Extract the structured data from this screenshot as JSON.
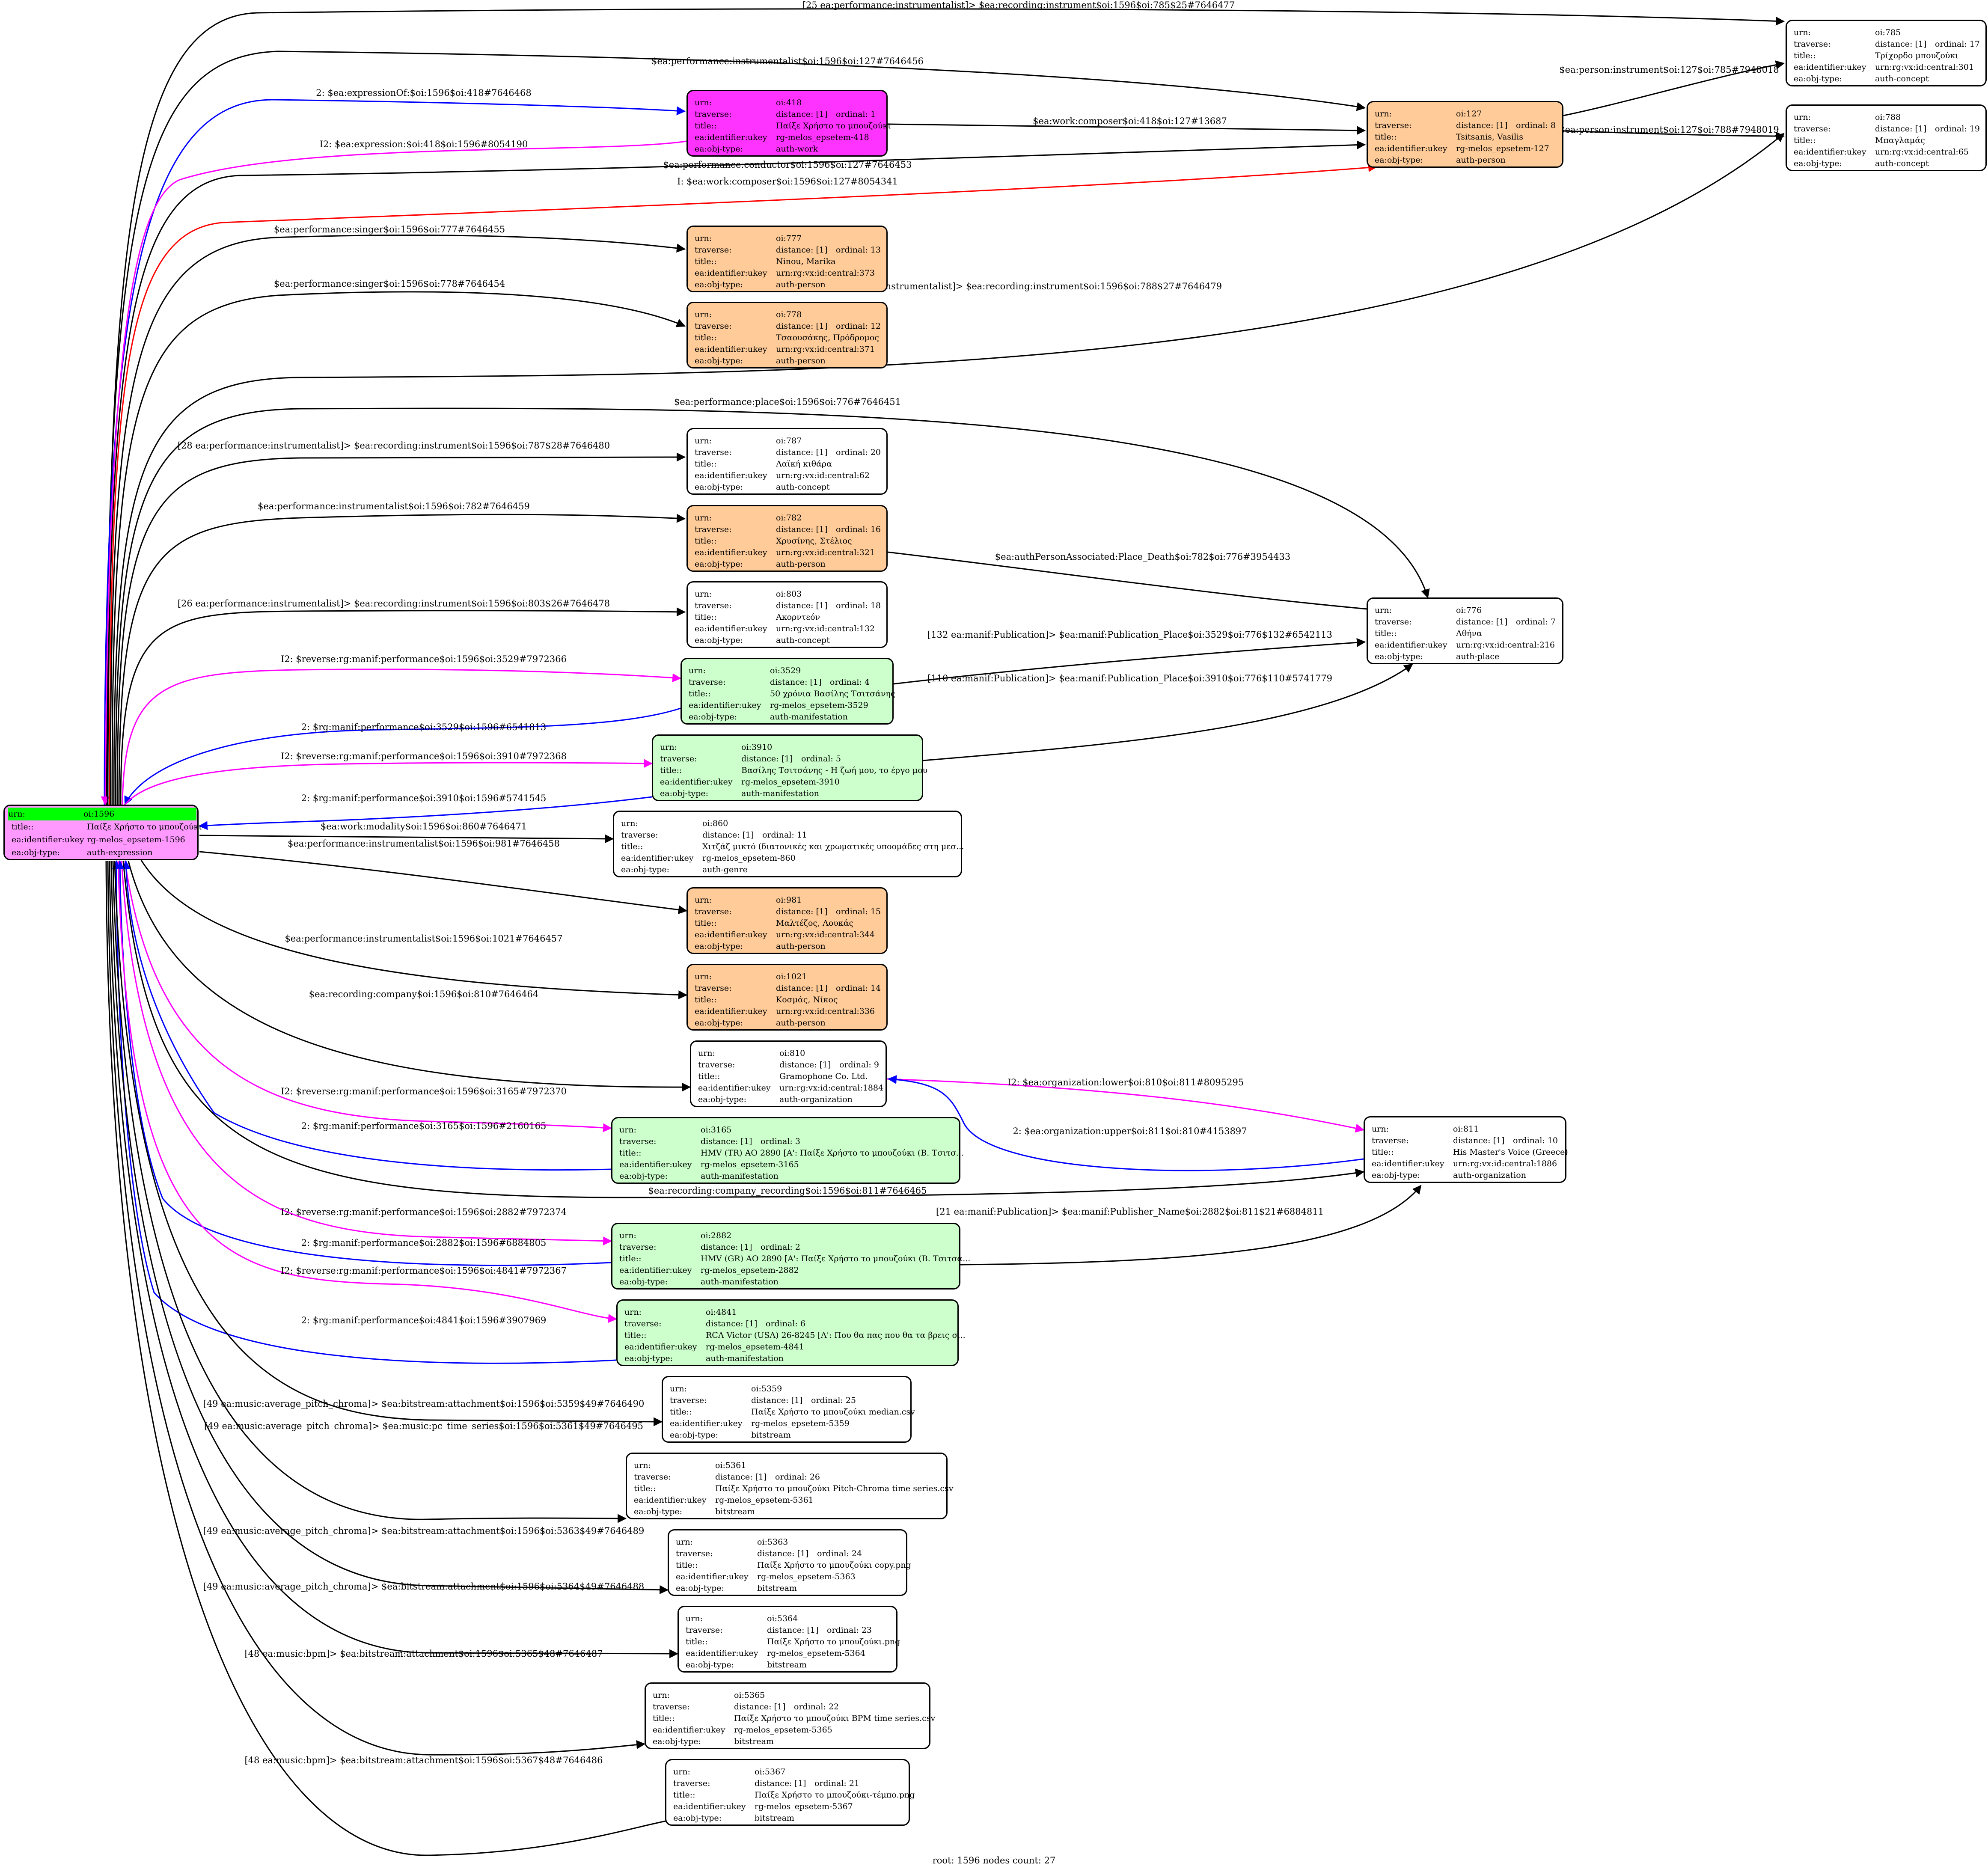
{
  "caption": "root: 1596 nodes count: 27",
  "colors": {
    "person": "#ffcc99",
    "work": "#ff33ff",
    "expression": "#ff99ff",
    "manifestation": "#ccffcc",
    "plain": "#ffffff",
    "root_header": "#00ff00",
    "edge_default": "#000000",
    "edge_blue": "#0000ff",
    "edge_magenta": "#ff00ff",
    "edge_red": "#ff0000"
  },
  "icons": {
    "arrowhead": "filled-triangle-arrowhead"
  },
  "field_labels": {
    "urn": "urn:",
    "traverse": "traverse:",
    "title": "title::",
    "ukey": "ea:identifier:ukey",
    "objtype": "ea:obj-type:"
  },
  "nodes": [
    {
      "id": "n785",
      "kind": "plain",
      "urn": "oi:785",
      "distance": "distance: [1]",
      "ordinal": "ordinal: 17",
      "title": "Τρίχορδο μπουζούκι",
      "ukey": "urn:rg:vx:id:central:301",
      "objtype": "auth-concept"
    },
    {
      "id": "n788",
      "kind": "plain",
      "urn": "oi:788",
      "distance": "distance: [1]",
      "ordinal": "ordinal: 19",
      "title": "Μπαγλαμάς",
      "ukey": "urn:rg:vx:id:central:65",
      "objtype": "auth-concept"
    },
    {
      "id": "n418",
      "kind": "work",
      "urn": "oi:418",
      "distance": "distance: [1]",
      "ordinal": "ordinal: 1",
      "title": "Παίξε Χρήστο το μπουζούκι",
      "ukey": "rg-melos_epsetem-418",
      "objtype": "auth-work"
    },
    {
      "id": "n127",
      "kind": "person",
      "urn": "oi:127",
      "distance": "distance: [1]",
      "ordinal": "ordinal: 8",
      "title": "Tsitsanis, Vasilis",
      "ukey": "rg-melos_epsetem-127",
      "objtype": "auth-person"
    },
    {
      "id": "n777",
      "kind": "person",
      "urn": "oi:777",
      "distance": "distance: [1]",
      "ordinal": "ordinal: 13",
      "title": "Ninou, Marika",
      "ukey": "urn:rg:vx:id:central:373",
      "objtype": "auth-person"
    },
    {
      "id": "n778",
      "kind": "person",
      "urn": "oi:778",
      "distance": "distance: [1]",
      "ordinal": "ordinal: 12",
      "title": "Τσαουσάκης, Πρόδρομος",
      "ukey": "urn:rg:vx:id:central:371",
      "objtype": "auth-person"
    },
    {
      "id": "n787",
      "kind": "plain",
      "urn": "oi:787",
      "distance": "distance: [1]",
      "ordinal": "ordinal: 20",
      "title": "Λαϊκή κιθάρα",
      "ukey": "urn:rg:vx:id:central:62",
      "objtype": "auth-concept"
    },
    {
      "id": "n782",
      "kind": "person",
      "urn": "oi:782",
      "distance": "distance: [1]",
      "ordinal": "ordinal: 16",
      "title": "Χρυσίνης, Στέλιος",
      "ukey": "urn:rg:vx:id:central:321",
      "objtype": "auth-person"
    },
    {
      "id": "n803",
      "kind": "plain",
      "urn": "oi:803",
      "distance": "distance: [1]",
      "ordinal": "ordinal: 18",
      "title": "Ακορντεόν",
      "ukey": "urn:rg:vx:id:central:132",
      "objtype": "auth-concept"
    },
    {
      "id": "n776",
      "kind": "plain",
      "urn": "oi:776",
      "distance": "distance: [1]",
      "ordinal": "ordinal: 7",
      "title": "Αθήνα",
      "ukey": "urn:rg:vx:id:central:216",
      "objtype": "auth-place"
    },
    {
      "id": "n3529",
      "kind": "manifestation",
      "urn": "oi:3529",
      "distance": "distance: [1]",
      "ordinal": "ordinal: 4",
      "title": "50 χρόνια Βασίλης Τσιτσάνης",
      "ukey": "rg-melos_epsetem-3529",
      "objtype": "auth-manifestation"
    },
    {
      "id": "n3910",
      "kind": "manifestation",
      "urn": "oi:3910",
      "distance": "distance: [1]",
      "ordinal": "ordinal: 5",
      "title": "Βασίλης Τσιτσάνης - Η ζωή μου, το έργο μου",
      "ukey": "rg-melos_epsetem-3910",
      "objtype": "auth-manifestation"
    },
    {
      "id": "n1596",
      "kind": "root",
      "urn": "oi:1596",
      "title": "Παίξε Χρήστο το μπουζούκι",
      "ukey": "rg-melos_epsetem-1596",
      "objtype": "auth-expression"
    },
    {
      "id": "n860",
      "kind": "plain",
      "urn": "oi:860",
      "distance": "distance: [1]",
      "ordinal": "ordinal: 11",
      "title": "Χιτζάζ μικτό (διατονικές και χρωματικές υποομάδες στη μεσ...",
      "ukey": "rg-melos_epsetem-860",
      "objtype": "auth-genre"
    },
    {
      "id": "n981",
      "kind": "person",
      "urn": "oi:981",
      "distance": "distance: [1]",
      "ordinal": "ordinal: 15",
      "title": "Μαλτέζος, Λουκάς",
      "ukey": "urn:rg:vx:id:central:344",
      "objtype": "auth-person"
    },
    {
      "id": "n1021",
      "kind": "person",
      "urn": "oi:1021",
      "distance": "distance: [1]",
      "ordinal": "ordinal: 14",
      "title": "Κοσμάς, Νίκος",
      "ukey": "urn:rg:vx:id:central:336",
      "objtype": "auth-person"
    },
    {
      "id": "n810",
      "kind": "plain",
      "urn": "oi:810",
      "distance": "distance: [1]",
      "ordinal": "ordinal: 9",
      "title": "Gramophone Co. Ltd.",
      "ukey": "urn:rg:vx:id:central:1884",
      "objtype": "auth-organization"
    },
    {
      "id": "n811",
      "kind": "plain",
      "urn": "oi:811",
      "distance": "distance: [1]",
      "ordinal": "ordinal: 10",
      "title": "His Master's Voice (Greece)",
      "ukey": "urn:rg:vx:id:central:1886",
      "objtype": "auth-organization"
    },
    {
      "id": "n3165",
      "kind": "manifestation",
      "urn": "oi:3165",
      "distance": "distance: [1]",
      "ordinal": "ordinal: 3",
      "title": "HMV (TR) AO 2890 [A': Παίξε Χρήστο το μπουζούκι (Β. Τσιτσ...",
      "ukey": "rg-melos_epsetem-3165",
      "objtype": "auth-manifestation"
    },
    {
      "id": "n2882",
      "kind": "manifestation",
      "urn": "oi:2882",
      "distance": "distance: [1]",
      "ordinal": "ordinal: 2",
      "title": "HMV (GR) AO 2890 [A': Παίξε Χρήστο το μπουζούκι (Β. Τσιτσά...",
      "ukey": "rg-melos_epsetem-2882",
      "objtype": "auth-manifestation"
    },
    {
      "id": "n4841",
      "kind": "manifestation",
      "urn": "oi:4841",
      "distance": "distance: [1]",
      "ordinal": "ordinal: 6",
      "title": "RCA Victor (USA) 26-8245 [A': Που θα πας που θα τα βρεις σ...",
      "ukey": "rg-melos_epsetem-4841",
      "objtype": "auth-manifestation"
    },
    {
      "id": "n5359",
      "kind": "plain",
      "urn": "oi:5359",
      "distance": "distance: [1]",
      "ordinal": "ordinal: 25",
      "title": "Παίξε Χρήστο το μπουζούκι median.csv",
      "ukey": "rg-melos_epsetem-5359",
      "objtype": "bitstream"
    },
    {
      "id": "n5361",
      "kind": "plain",
      "urn": "oi:5361",
      "distance": "distance: [1]",
      "ordinal": "ordinal: 26",
      "title": "Παίξε Χρήστο το μπουζούκι Pitch-Chroma time series.csv",
      "ukey": "rg-melos_epsetem-5361",
      "objtype": "bitstream"
    },
    {
      "id": "n5363",
      "kind": "plain",
      "urn": "oi:5363",
      "distance": "distance: [1]",
      "ordinal": "ordinal: 24",
      "title": "Παίξε Χρήστο το μπουζούκι copy.png",
      "ukey": "rg-melos_epsetem-5363",
      "objtype": "bitstream"
    },
    {
      "id": "n5364",
      "kind": "plain",
      "urn": "oi:5364",
      "distance": "distance: [1]",
      "ordinal": "ordinal: 23",
      "title": "Παίξε Χρήστο το μπουζούκι.png",
      "ukey": "rg-melos_epsetem-5364",
      "objtype": "bitstream"
    },
    {
      "id": "n5365",
      "kind": "plain",
      "urn": "oi:5365",
      "distance": "distance: [1]",
      "ordinal": "ordinal: 22",
      "title": "Παίξε Χρήστο το μπουζούκι BPM time series.csv",
      "ukey": "rg-melos_epsetem-5365",
      "objtype": "bitstream"
    },
    {
      "id": "n5367",
      "kind": "plain",
      "urn": "oi:5367",
      "distance": "distance: [1]",
      "ordinal": "ordinal: 21",
      "title": "Παίξε Χρήστο το μπουζούκι-τέμπο.png",
      "ukey": "rg-melos_epsetem-5367",
      "objtype": "bitstream"
    }
  ],
  "edges": [
    {
      "id": "e1",
      "from": "n1596",
      "to": "n785",
      "color": "edge_default",
      "label": "[25 ea:performance:instrumentalist]> $ea:recording:instrument$oi:1596$oi:785$25#7646477"
    },
    {
      "id": "e2",
      "from": "n1596",
      "to": "n127",
      "color": "edge_default",
      "label": "$ea:performance:instrumentalist$oi:1596$oi:127#7646456"
    },
    {
      "id": "e3",
      "from": "n1596",
      "to": "n418",
      "color": "edge_blue",
      "label": "2: $ea:expressionOf:$oi:1596$oi:418#7646468"
    },
    {
      "id": "e4",
      "from": "n418",
      "to": "n1596",
      "color": "edge_magenta",
      "label": "I2: $ea:expression:$oi:418$oi:1596#8054190"
    },
    {
      "id": "e5",
      "from": "n418",
      "to": "n127",
      "color": "edge_default",
      "label": "$ea:work:composer$oi:418$oi:127#13687"
    },
    {
      "id": "e6",
      "from": "n127",
      "to": "n785",
      "color": "edge_default",
      "label": "$ea:person:instrument$oi:127$oi:785#7948018"
    },
    {
      "id": "e7",
      "from": "n127",
      "to": "n788",
      "color": "edge_default",
      "label": "$ea:person:instrument$oi:127$oi:788#7948019"
    },
    {
      "id": "e8",
      "from": "n1596",
      "to": "n127",
      "color": "edge_default",
      "label": "$ea:performance:conductor$oi:1596$oi:127#7646453"
    },
    {
      "id": "e9",
      "from": "n1596",
      "to": "n127",
      "color": "edge_red",
      "label": "I: $ea:work:composer$oi:1596$oi:127#8054341"
    },
    {
      "id": "e10",
      "from": "n1596",
      "to": "n777",
      "color": "edge_default",
      "label": "$ea:performance:singer$oi:1596$oi:777#7646455"
    },
    {
      "id": "e11",
      "from": "n1596",
      "to": "n778",
      "color": "edge_default",
      "label": "$ea:performance:singer$oi:1596$oi:778#7646454"
    },
    {
      "id": "e12",
      "from": "n1596",
      "to": "n788",
      "color": "edge_default",
      "label": "[27 ea:performance:instrumentalist]> $ea:recording:instrument$oi:1596$oi:788$27#7646479"
    },
    {
      "id": "e13",
      "from": "n1596",
      "to": "n776",
      "color": "edge_default",
      "label": "$ea:performance:place$oi:1596$oi:776#7646451"
    },
    {
      "id": "e14",
      "from": "n1596",
      "to": "n787",
      "color": "edge_default",
      "label": "[28 ea:performance:instrumentalist]> $ea:recording:instrument$oi:1596$oi:787$28#7646480"
    },
    {
      "id": "e15",
      "from": "n1596",
      "to": "n782",
      "color": "edge_default",
      "label": "$ea:performance:instrumentalist$oi:1596$oi:782#7646459"
    },
    {
      "id": "e16",
      "from": "n782",
      "to": "n776",
      "color": "edge_default",
      "label": "$ea:authPersonAssociated:Place_Death$oi:782$oi:776#3954433"
    },
    {
      "id": "e17",
      "from": "n1596",
      "to": "n803",
      "color": "edge_default",
      "label": "[26 ea:performance:instrumentalist]> $ea:recording:instrument$oi:1596$oi:803$26#7646478"
    },
    {
      "id": "e18",
      "from": "n3529",
      "to": "n776",
      "color": "edge_default",
      "label": "[132 ea:manif:Publication]> $ea:manif:Publication_Place$oi:3529$oi:776$132#6542113"
    },
    {
      "id": "e19",
      "from": "n3910",
      "to": "n776",
      "color": "edge_default",
      "label": "[110 ea:manif:Publication]> $ea:manif:Publication_Place$oi:3910$oi:776$110#5741779"
    },
    {
      "id": "e20",
      "from": "n1596",
      "to": "n3529",
      "color": "edge_magenta",
      "label": "I2: $reverse:rg:manif:performance$oi:1596$oi:3529#7972366"
    },
    {
      "id": "e21",
      "from": "n3529",
      "to": "n1596",
      "color": "edge_blue",
      "label": "2: $rg:manif:performance$oi:3529$oi:1596#6541813"
    },
    {
      "id": "e22",
      "from": "n1596",
      "to": "n3910",
      "color": "edge_magenta",
      "label": "I2: $reverse:rg:manif:performance$oi:1596$oi:3910#7972368"
    },
    {
      "id": "e23",
      "from": "n3910",
      "to": "n1596",
      "color": "edge_blue",
      "label": "2: $rg:manif:performance$oi:3910$oi:1596#5741545"
    },
    {
      "id": "e24",
      "from": "n1596",
      "to": "n860",
      "color": "edge_default",
      "label": "$ea:work:modality$oi:1596$oi:860#7646471"
    },
    {
      "id": "e25",
      "from": "n1596",
      "to": "n981",
      "color": "edge_default",
      "label": "$ea:performance:instrumentalist$oi:1596$oi:981#7646458"
    },
    {
      "id": "e26",
      "from": "n1596",
      "to": "n1021",
      "color": "edge_default",
      "label": "$ea:performance:instrumentalist$oi:1596$oi:1021#7646457"
    },
    {
      "id": "e27",
      "from": "n1596",
      "to": "n810",
      "color": "edge_default",
      "label": "$ea:recording:company$oi:1596$oi:810#7646464"
    },
    {
      "id": "e28",
      "from": "n810",
      "to": "n811",
      "color": "edge_magenta",
      "label": "I2: $ea:organization:lower$oi:810$oi:811#8095295"
    },
    {
      "id": "e29",
      "from": "n811",
      "to": "n810",
      "color": "edge_blue",
      "label": "2: $ea:organization:upper$oi:811$oi:810#4153897"
    },
    {
      "id": "e30",
      "from": "n1596",
      "to": "n3165",
      "color": "edge_magenta",
      "label": "I2: $reverse:rg:manif:performance$oi:1596$oi:3165#7972370"
    },
    {
      "id": "e31",
      "from": "n3165",
      "to": "n1596",
      "color": "edge_blue",
      "label": "2: $rg:manif:performance$oi:3165$oi:1596#2160165"
    },
    {
      "id": "e32",
      "from": "n1596",
      "to": "n811",
      "color": "edge_default",
      "label": "$ea:recording:company_recording$oi:1596$oi:811#7646465"
    },
    {
      "id": "e33",
      "from": "n1596",
      "to": "n2882",
      "color": "edge_magenta",
      "label": "I2: $reverse:rg:manif:performance$oi:1596$oi:2882#7972374"
    },
    {
      "id": "e34",
      "from": "n2882",
      "to": "n1596",
      "color": "edge_blue",
      "label": "2: $rg:manif:performance$oi:2882$oi:1596#6884805"
    },
    {
      "id": "e35",
      "from": "n2882",
      "to": "n811",
      "color": "edge_default",
      "label": "[21 ea:manif:Publication]> $ea:manif:Publisher_Name$oi:2882$oi:811$21#6884811"
    },
    {
      "id": "e36",
      "from": "n1596",
      "to": "n4841",
      "color": "edge_magenta",
      "label": "I2: $reverse:rg:manif:performance$oi:1596$oi:4841#7972367"
    },
    {
      "id": "e37",
      "from": "n4841",
      "to": "n1596",
      "color": "edge_blue",
      "label": "2: $rg:manif:performance$oi:4841$oi:1596#3907969"
    },
    {
      "id": "e38",
      "from": "n1596",
      "to": "n5359",
      "color": "edge_default",
      "label": "[49 ea:music:average_pitch_chroma]> $ea:bitstream:attachment$oi:1596$oi:5359$49#7646490"
    },
    {
      "id": "e39",
      "from": "n1596",
      "to": "n5361",
      "color": "edge_default",
      "label": "[49 ea:music:average_pitch_chroma]> $ea:music:pc_time_series$oi:1596$oi:5361$49#7646495"
    },
    {
      "id": "e40",
      "from": "n1596",
      "to": "n5363",
      "color": "edge_default",
      "label": "[49 ea:music:average_pitch_chroma]> $ea:bitstream:attachment$oi:1596$oi:5363$49#7646489"
    },
    {
      "id": "e41",
      "from": "n1596",
      "to": "n5364",
      "color": "edge_default",
      "label": "[49 ea:music:average_pitch_chroma]> $ea:bitstream:attachment$oi:1596$oi:5364$49#7646488"
    },
    {
      "id": "e42",
      "from": "n1596",
      "to": "n5365",
      "color": "edge_default",
      "label": "[48 ea:music:bpm]> $ea:bitstream:attachment$oi:1596$oi:5365$48#7646487"
    },
    {
      "id": "e43",
      "from": "n1596",
      "to": "n5367",
      "color": "edge_default",
      "label": "[48 ea:music:bpm]> $ea:bitstream:attachment$oi:1596$oi:5367$48#7646486"
    }
  ]
}
